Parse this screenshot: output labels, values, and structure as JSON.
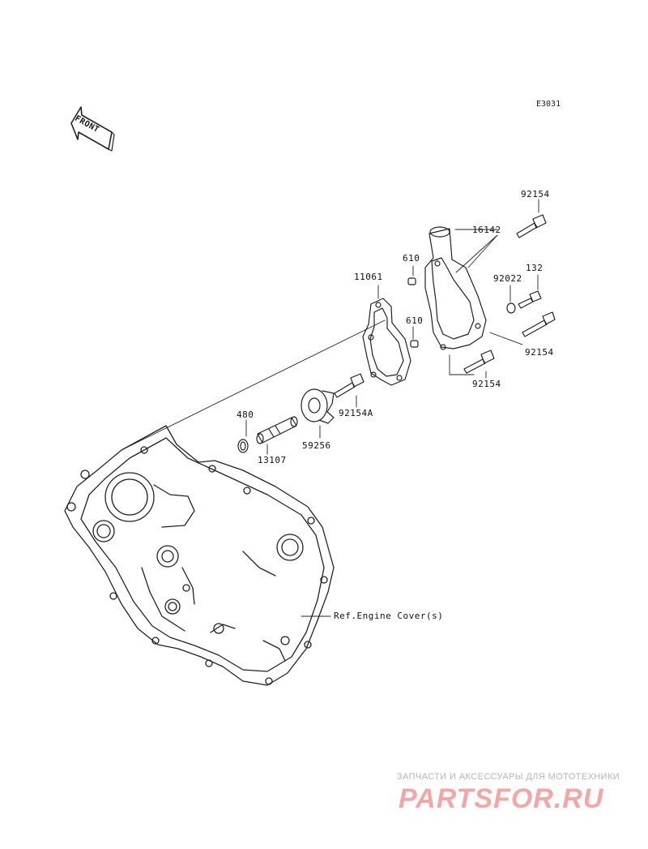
{
  "diagram": {
    "code": "E3031",
    "front_label": "FRONT",
    "ref_label": "Ref.Engine Cover(s)",
    "parts": [
      {
        "number": "92154"
      },
      {
        "number": "16142"
      },
      {
        "number": "610"
      },
      {
        "number": "132"
      },
      {
        "number": "11061"
      },
      {
        "number": "92022"
      },
      {
        "number": "610"
      },
      {
        "number": "92154"
      },
      {
        "number": "92154"
      },
      {
        "number": "92154A"
      },
      {
        "number": "480"
      },
      {
        "number": "59256"
      },
      {
        "number": "13107"
      }
    ]
  },
  "watermark": {
    "tagline": "ЗАПЧАСТИ И АКСЕССУАРЫ ДЛЯ МОТОТЕХНИКИ",
    "logo": "PARTSFOR.RU",
    "color": "#f2a7a7"
  }
}
